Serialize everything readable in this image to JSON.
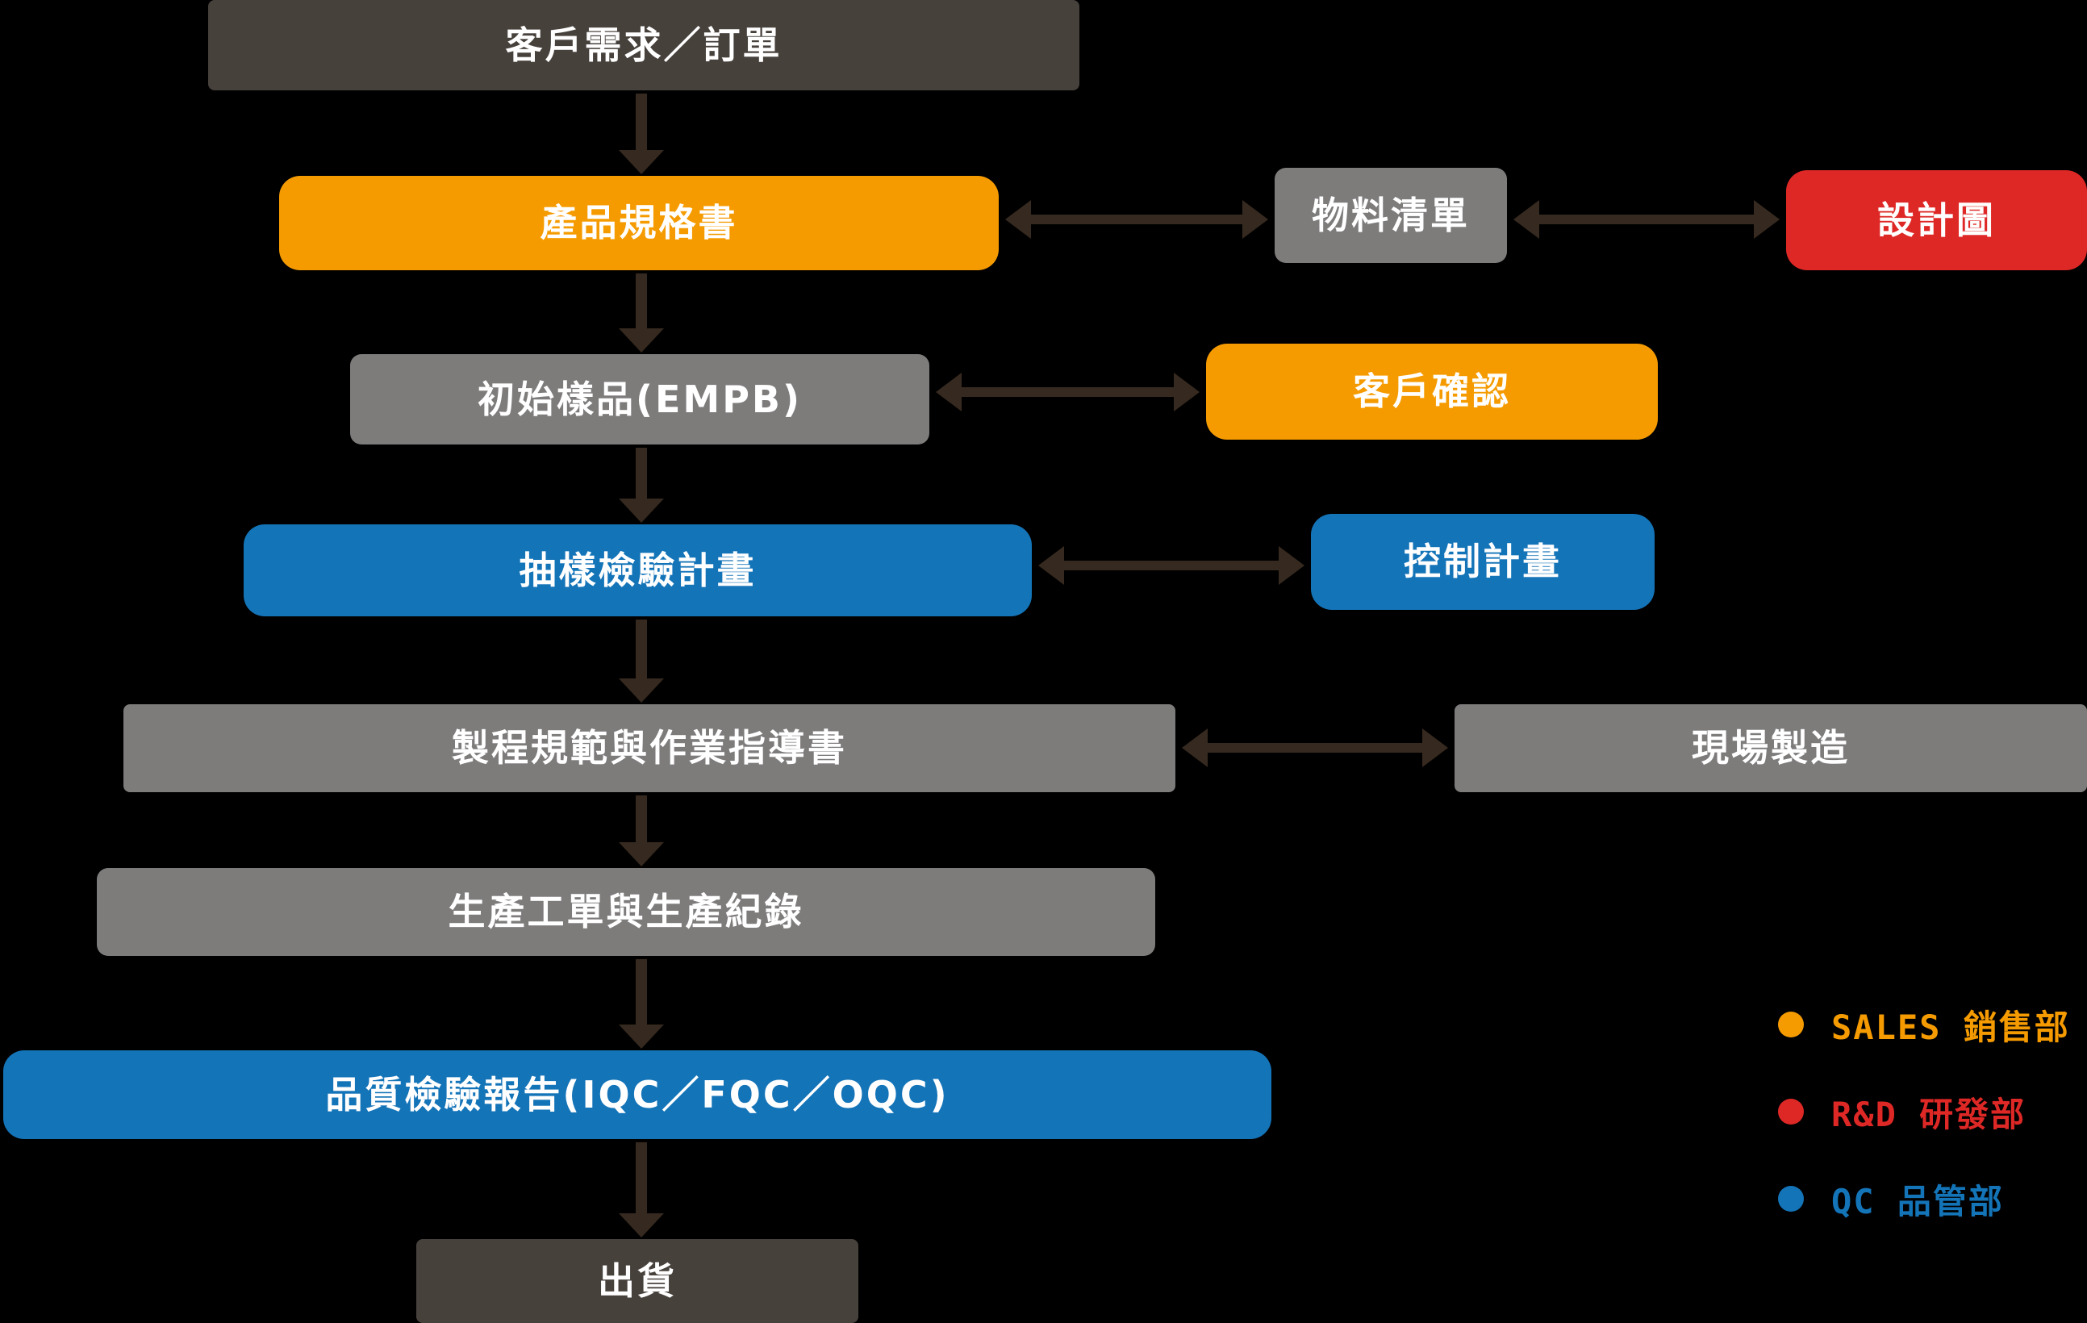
{
  "flowchart": {
    "nodes": {
      "customer_order": {
        "label": "客戶需求／訂單",
        "dept": "neutral-dark"
      },
      "product_spec": {
        "label": "產品規格書",
        "dept": "sales"
      },
      "bom": {
        "label": "物料清單",
        "dept": "neutral"
      },
      "design_drawing": {
        "label": "設計圖",
        "dept": "rnd"
      },
      "initial_sample": {
        "label": "初始樣品(EMPB)",
        "dept": "neutral"
      },
      "customer_confirm": {
        "label": "客戶確認",
        "dept": "sales"
      },
      "sampling_plan": {
        "label": "抽樣檢驗計畫",
        "dept": "qc"
      },
      "control_plan": {
        "label": "控制計畫",
        "dept": "qc"
      },
      "process_spec": {
        "label": "製程規範與作業指導書",
        "dept": "neutral"
      },
      "onsite_manufacturing": {
        "label": "現場製造",
        "dept": "neutral"
      },
      "work_order": {
        "label": "生產工單與生產紀錄",
        "dept": "neutral"
      },
      "quality_report": {
        "label": "品質檢驗報告(IQC／FQC／OQC)",
        "dept": "qc"
      },
      "shipment": {
        "label": "出貨",
        "dept": "neutral-dark"
      }
    },
    "legend": {
      "items": [
        {
          "label": "SALES 銷售部",
          "color": "#F59B00"
        },
        {
          "label": "R&D 研發部",
          "color": "#DE2826"
        },
        {
          "label": "QC 品管部",
          "color": "#1474B8"
        }
      ]
    },
    "colors": {
      "background": "#000000",
      "sales_orange": "#F59B00",
      "rnd_red": "#DE2826",
      "qc_blue": "#1474B8",
      "neutral_gray": "#7E7B7B",
      "neutral_dark": "#47413C",
      "arrow": "#36291F",
      "node_text": "#FFFFFF"
    }
  }
}
